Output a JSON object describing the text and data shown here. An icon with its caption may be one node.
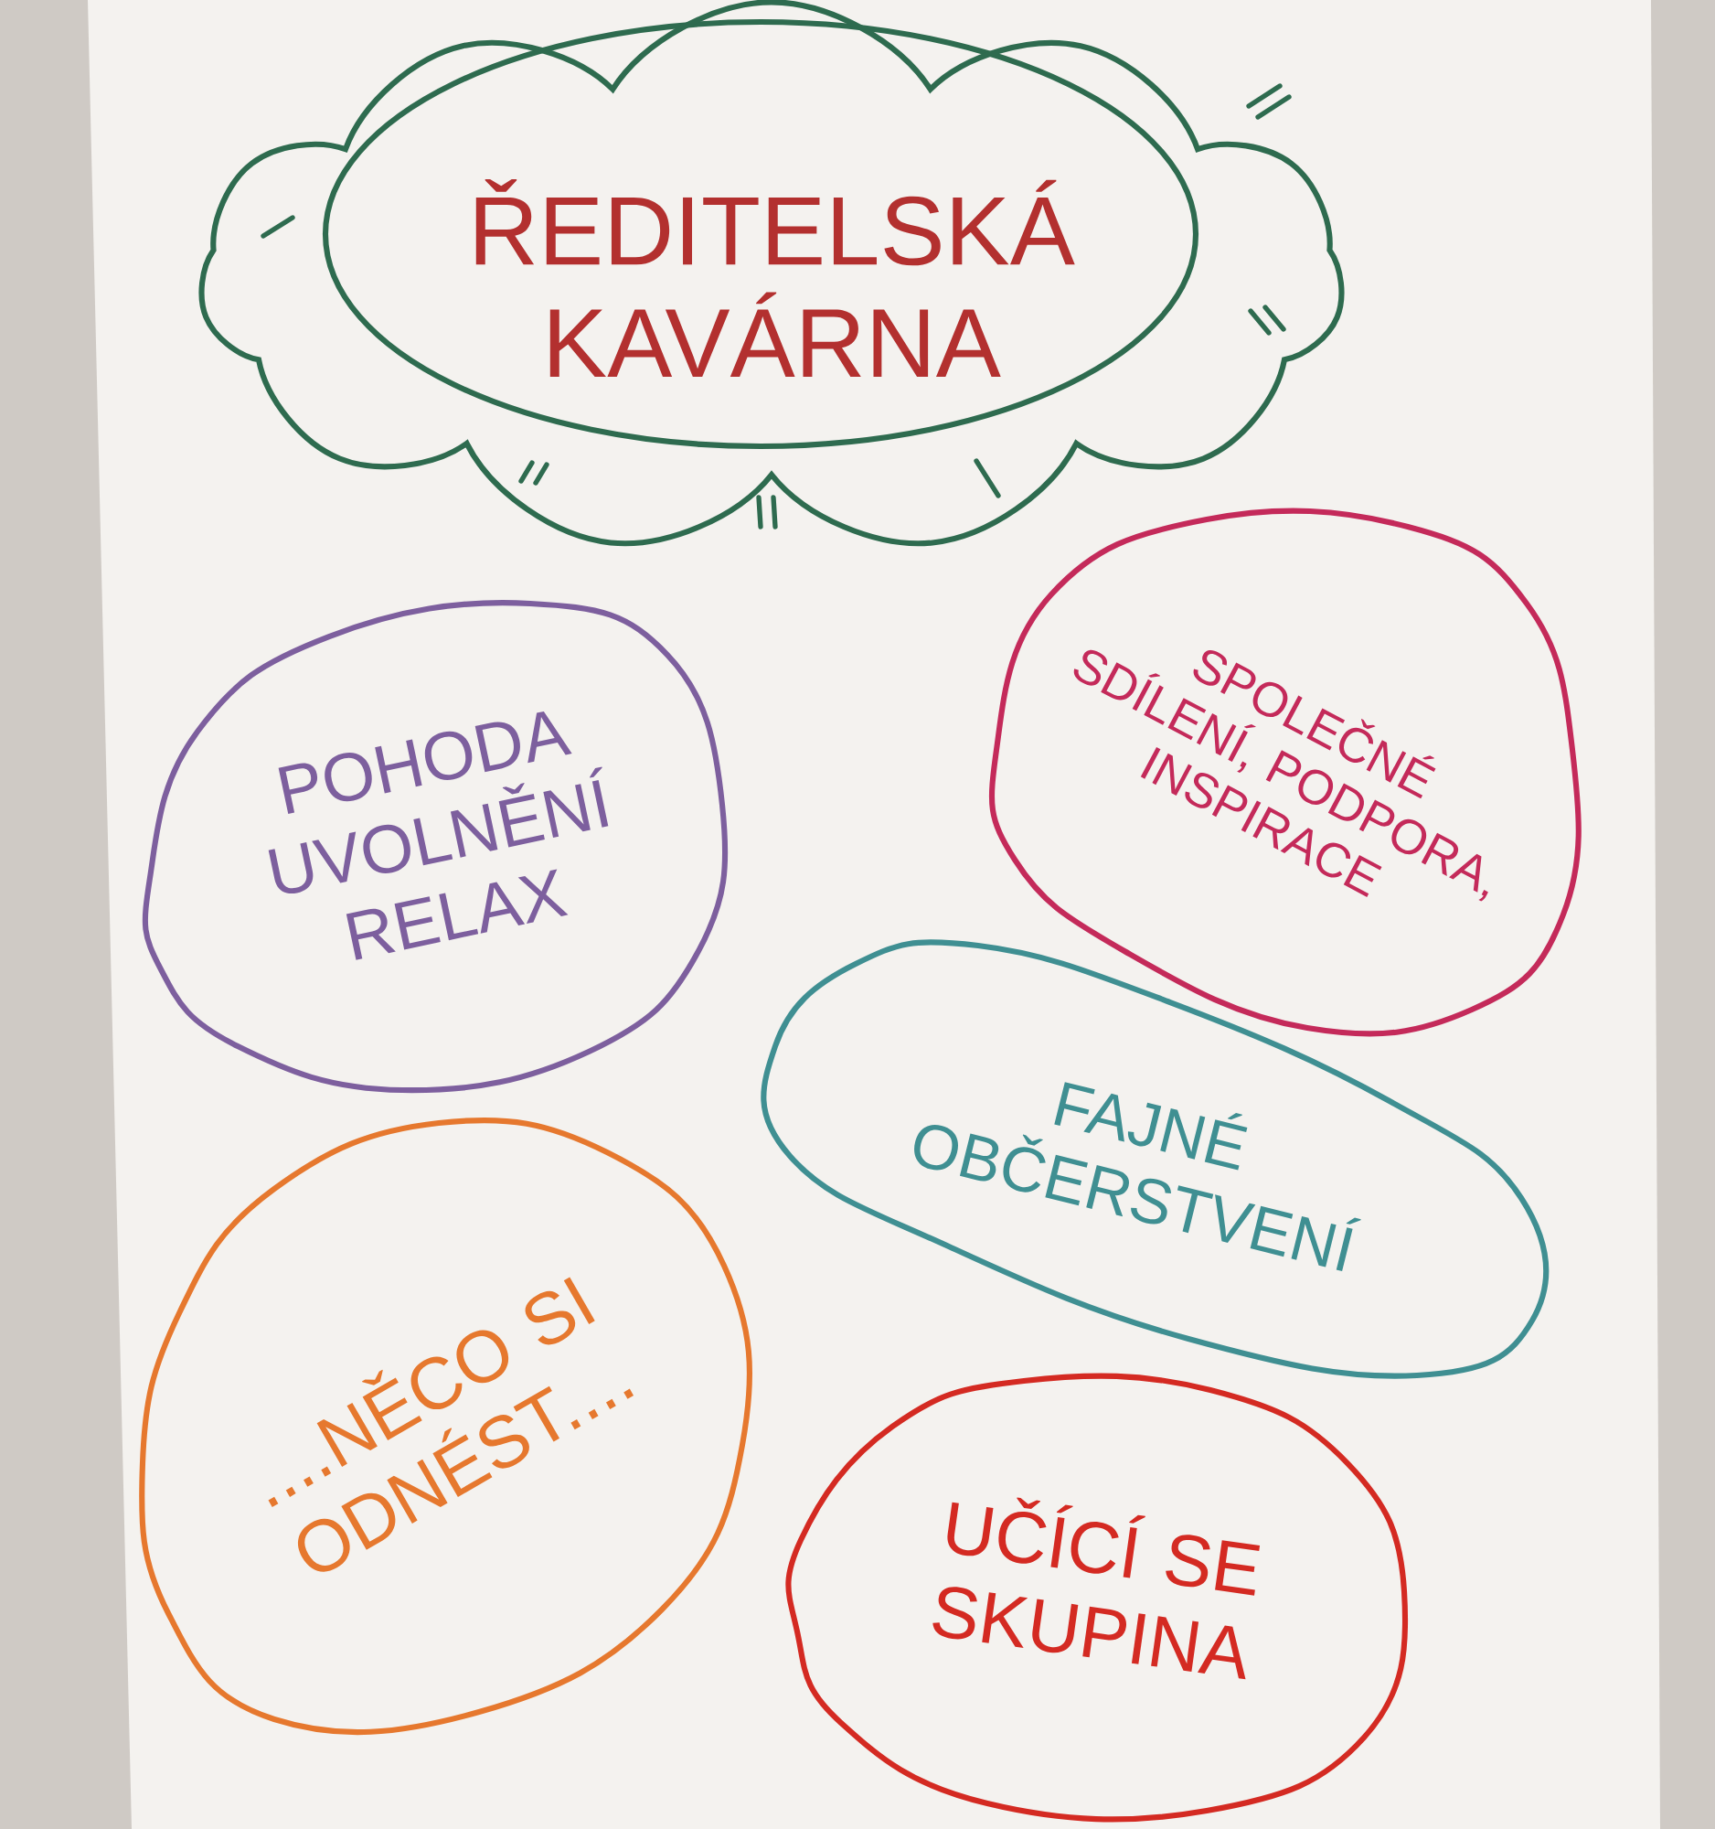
{
  "diagram": {
    "nodes": [
      {
        "text": [
          "ŘEDITELSKÁ KAVÁRNA"
        ]
      },
      {
        "text": [
          "POHODA UVOLNĚNÍ RELAX"
        ]
      },
      {
        "text": [
          "SPOLEČNÉ SDÍLENÍ, PODPORA, INSPIRACE"
        ]
      },
      {
        "text": [
          "FAJNÉ OBČERSTVENÍ"
        ]
      },
      {
        "text": [
          "....NĚCO SI ODNÉST...."
        ]
      },
      {
        "text": [
          "UČÍCÍ SE SKUPINA"
        ]
      }
    ]
  }
}
